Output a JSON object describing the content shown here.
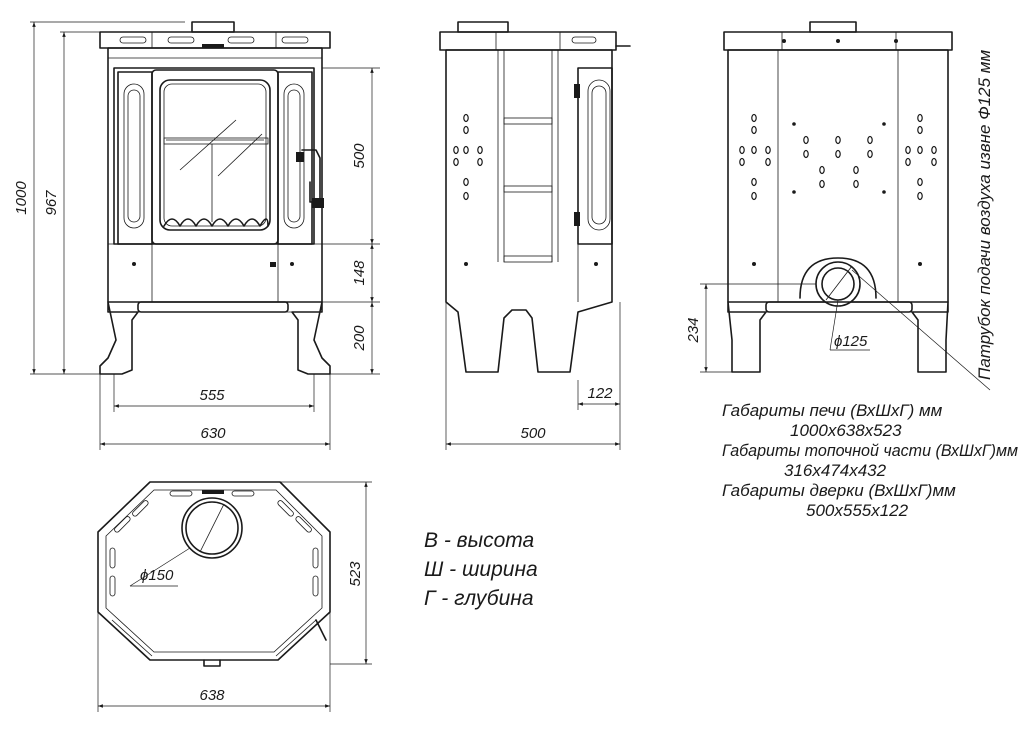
{
  "dimensions": {
    "total_height": "1000",
    "body_height": "967",
    "door_height": "500",
    "middle_height": "148",
    "legs_height": "200",
    "door_width": "555",
    "front_width": "630",
    "side_depth": "500",
    "door_depth": "122",
    "pipe_height": "234",
    "pipe_diameter": "ϕ125",
    "flue_diameter": "ϕ150",
    "top_depth": "523",
    "top_width": "638"
  },
  "pipe_note": "Патрубок подачи воздуха извне Ф125 мм",
  "specs": [
    "Габариты печи (ВхШхГ) мм",
    "1000х638х523",
    "Габариты топочной части (ВхШхГ)мм",
    "316х474х432",
    "Габариты дверки (ВхШхГ)мм",
    "500х555х122"
  ],
  "legend": [
    "В - высота",
    "Ш - ширина",
    "Г - глубина"
  ],
  "colors": {
    "line": "#1a1a1a",
    "background": "#ffffff"
  }
}
